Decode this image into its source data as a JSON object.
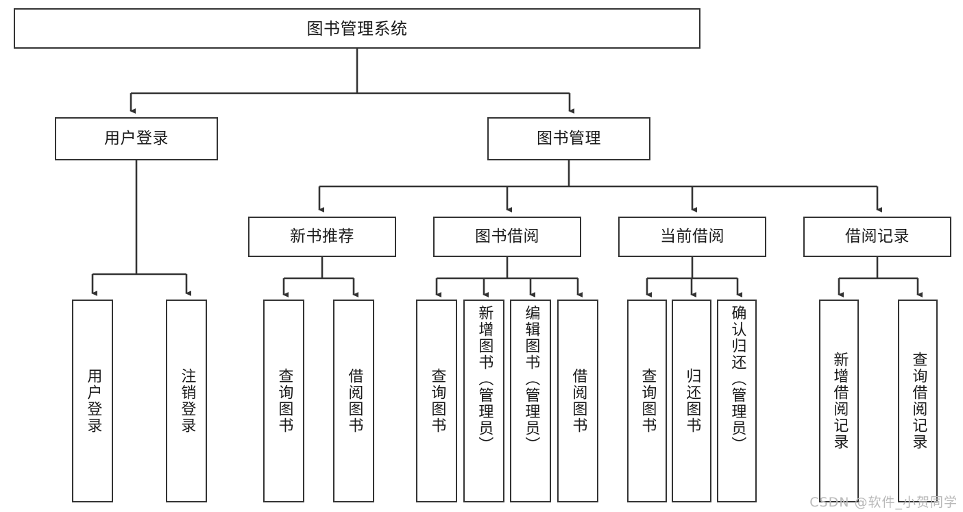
{
  "diagram": {
    "type": "tree",
    "title": "图书管理系统",
    "stroke_color": "#333333",
    "background_color": "#ffffff",
    "root": {
      "label": "图书管理系统"
    },
    "level2": [
      {
        "label": "用户登录"
      },
      {
        "label": "图书管理"
      }
    ],
    "level3": [
      {
        "label": "新书推荐"
      },
      {
        "label": "图书借阅"
      },
      {
        "label": "当前借阅"
      },
      {
        "label": "借阅记录"
      }
    ],
    "leaves": {
      "user_login": [
        {
          "label": "用户登录"
        },
        {
          "label": "注销登录"
        }
      ],
      "new_book_recommend": [
        {
          "label": "查询图书"
        },
        {
          "label": "借阅图书"
        }
      ],
      "book_borrow": [
        {
          "label": "查询图书"
        },
        {
          "label": "新增图书（管理员）"
        },
        {
          "label": "编辑图书（管理员）"
        },
        {
          "label": "借阅图书"
        }
      ],
      "current_borrow": [
        {
          "label": "查询图书"
        },
        {
          "label": "归还图书"
        },
        {
          "label": "确认归还（管理员）"
        }
      ],
      "borrow_records": [
        {
          "label": "新增借阅记录"
        },
        {
          "label": "查询借阅记录"
        }
      ]
    }
  },
  "watermark": {
    "text": "CSDN @软件_小贺同学",
    "color": "#b9b9b9"
  }
}
